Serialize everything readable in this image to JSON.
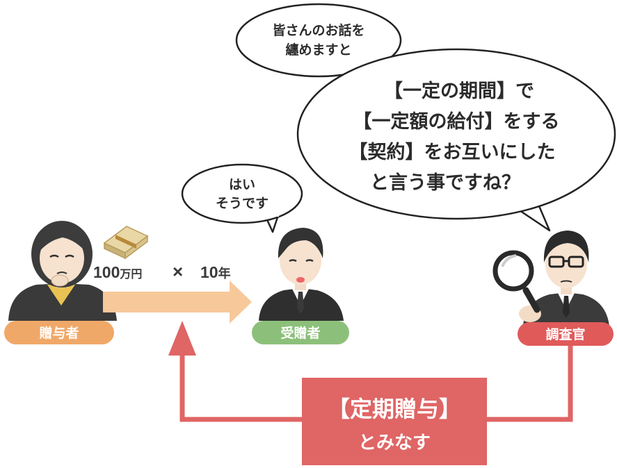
{
  "bubbles": {
    "summary": {
      "line1": "皆さんのお話を",
      "line2": "纏めますと"
    },
    "question": {
      "line1": "【一定の期間】で",
      "line2": "【一定額の給付】をする",
      "line3": "【契約】をお互いにした",
      "line4": "と言う事ですね？"
    },
    "reply": {
      "line1": "はい",
      "line2": "そうです"
    }
  },
  "people": {
    "donor": {
      "label": "贈与者",
      "color": "#f0a868"
    },
    "recipient": {
      "label": "受贈者",
      "color": "#8cc07a"
    },
    "investigator": {
      "label": "調査官",
      "color": "#e05a5a"
    }
  },
  "transfer": {
    "amount": "100",
    "amount_unit": "万円",
    "times": "×",
    "years": "10",
    "years_unit": "年",
    "arrow_color": "#f7c89a"
  },
  "conclusion": {
    "title": "【定期贈与】",
    "subtitle": "とみなす",
    "color": "#e06565"
  },
  "icons": [
    "money-bundle-icon",
    "magnifying-glass-icon"
  ]
}
